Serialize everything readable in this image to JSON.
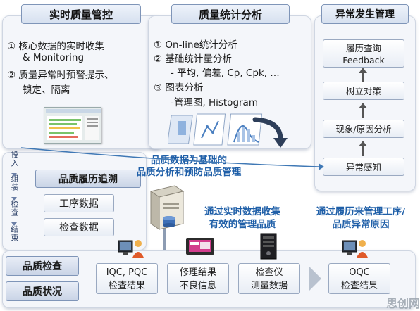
{
  "panels": {
    "realtime": {
      "title": "实时质量管控",
      "items": [
        "① 核心数据的实时收集",
        "& Monitoring",
        "② 质量异常时预警提示、",
        "锁定、隔离"
      ]
    },
    "stats": {
      "title": "质量统计分析",
      "items": [
        "① On-line统计分析",
        "② 基础统计量分析",
        "- 平均, 偏差, Cp, Cpk, …",
        "③ 图表分析",
        "-管理图, Histogram"
      ]
    },
    "abnormal": {
      "title": "异常发生管理",
      "steps": [
        "履历查询\nFeedback",
        "树立对策",
        "现象/原因分析",
        "异常感知"
      ]
    },
    "trace": {
      "title": "品质履历追溯",
      "items": [
        "工序数据",
        "检查数据"
      ],
      "flow": [
        "投入",
        "组装",
        "检查",
        "结束"
      ]
    }
  },
  "annotations": {
    "center": "品质数据为基础的\n品质分析和预防品质管理",
    "collect": "通过实时数据收集\n有效的管理品质",
    "history": "通过履历来管理工序/\n品质异常原因"
  },
  "bottom": {
    "left_tags": [
      "品质检查",
      "品质状况"
    ],
    "boxes": [
      "IQC, PQC\n检查结果",
      "修理结果\n不良信息",
      "检查仪\n测量数据",
      "OQC\n检查结果"
    ]
  },
  "watermark": "思创网",
  "colors": {
    "accent_blue": "#1f5fa8",
    "arrow_blue": "#3f78b5"
  }
}
